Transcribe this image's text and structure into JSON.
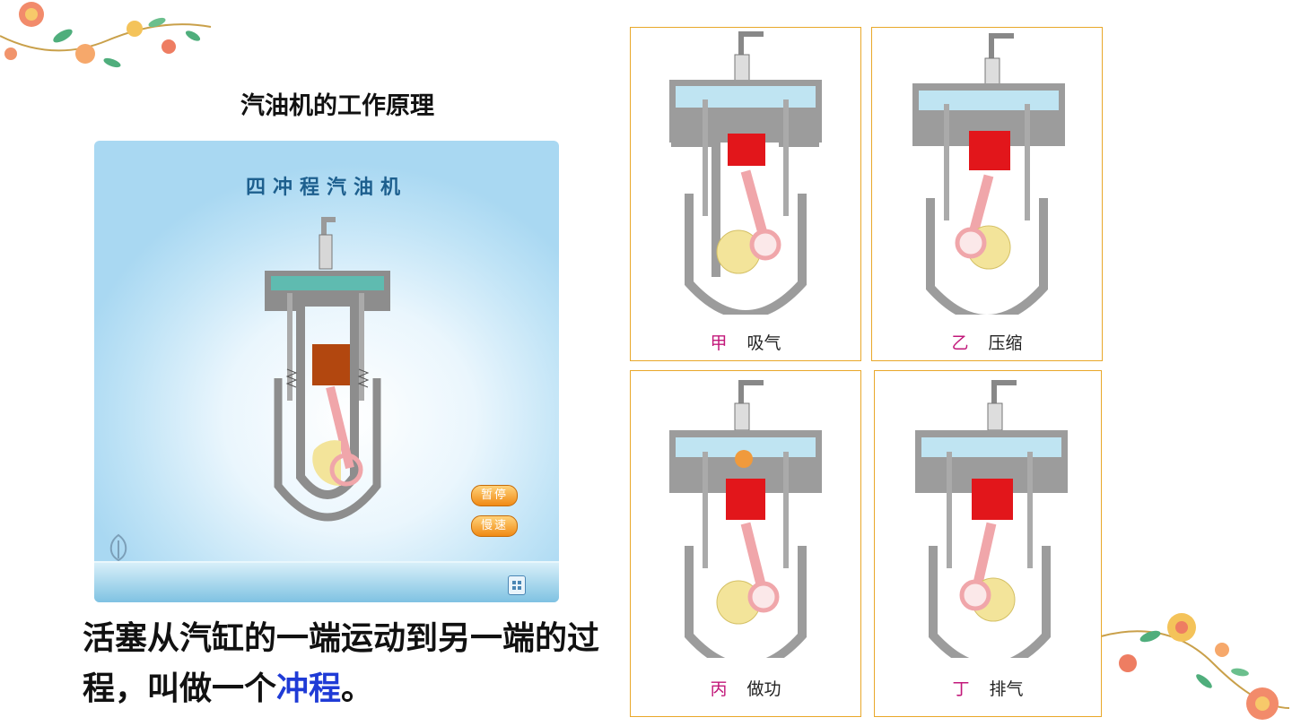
{
  "slide": {
    "title": "汽油机的工作原理"
  },
  "animation": {
    "title": "四冲程汽油机",
    "pause_label": "暂停",
    "slow_label": "慢速"
  },
  "description": {
    "part1": "活塞从汽缸的一端运动到另一端的过程，叫做一个",
    "highlight": "冲程",
    "end": "。"
  },
  "strokes": [
    {
      "letter": "甲",
      "name": "吸气"
    },
    {
      "letter": "乙",
      "name": "压缩"
    },
    {
      "letter": "丙",
      "name": "做功"
    },
    {
      "letter": "丁",
      "name": "排气"
    }
  ],
  "colors": {
    "piston_red": "#e2161b",
    "piston_brown": "#b2470f",
    "frame": "#e9a82a",
    "highlight": "#1f3bd6"
  }
}
